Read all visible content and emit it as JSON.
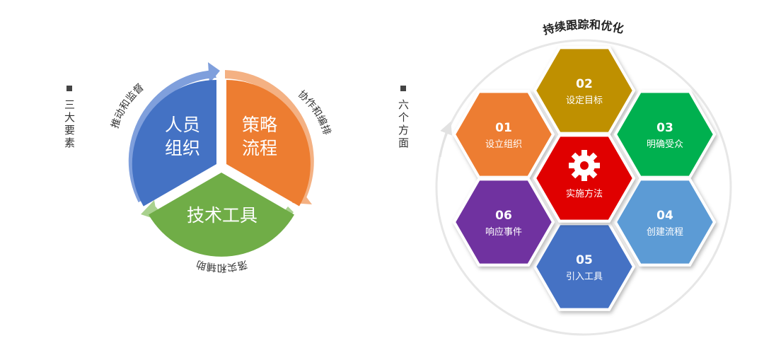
{
  "left_panel": {
    "heading": "三大要素",
    "segments": [
      {
        "label_line1": "人员",
        "label_line2": "组织",
        "color": "#4472c4",
        "arrow_color": "#7f9fdc"
      },
      {
        "label_line1": "策略",
        "label_line2": "流程",
        "color": "#ed7d31",
        "arrow_color": "#f4b183"
      },
      {
        "label_line1": "技术工具",
        "label_line2": "",
        "color": "#70ad47",
        "arrow_color": "#a9d18e"
      }
    ],
    "arc_labels": [
      "推动和监督",
      "协作和编排",
      "落实和辅助"
    ]
  },
  "right_panel": {
    "heading": "六个方面",
    "ring_label": "持续跟踪和优化",
    "center": {
      "label": "实施方法",
      "color": "#e00000"
    },
    "hexagons": [
      {
        "num": "01",
        "label": "设立组织",
        "color": "#ed7d31"
      },
      {
        "num": "02",
        "label": "设定目标",
        "color": "#bf9000"
      },
      {
        "num": "03",
        "label": "明确受众",
        "color": "#00b050"
      },
      {
        "num": "04",
        "label": "创建流程",
        "color": "#5b9bd5"
      },
      {
        "num": "05",
        "label": "引入工具",
        "color": "#4472c4"
      },
      {
        "num": "06",
        "label": "响应事件",
        "color": "#7030a0"
      }
    ]
  }
}
